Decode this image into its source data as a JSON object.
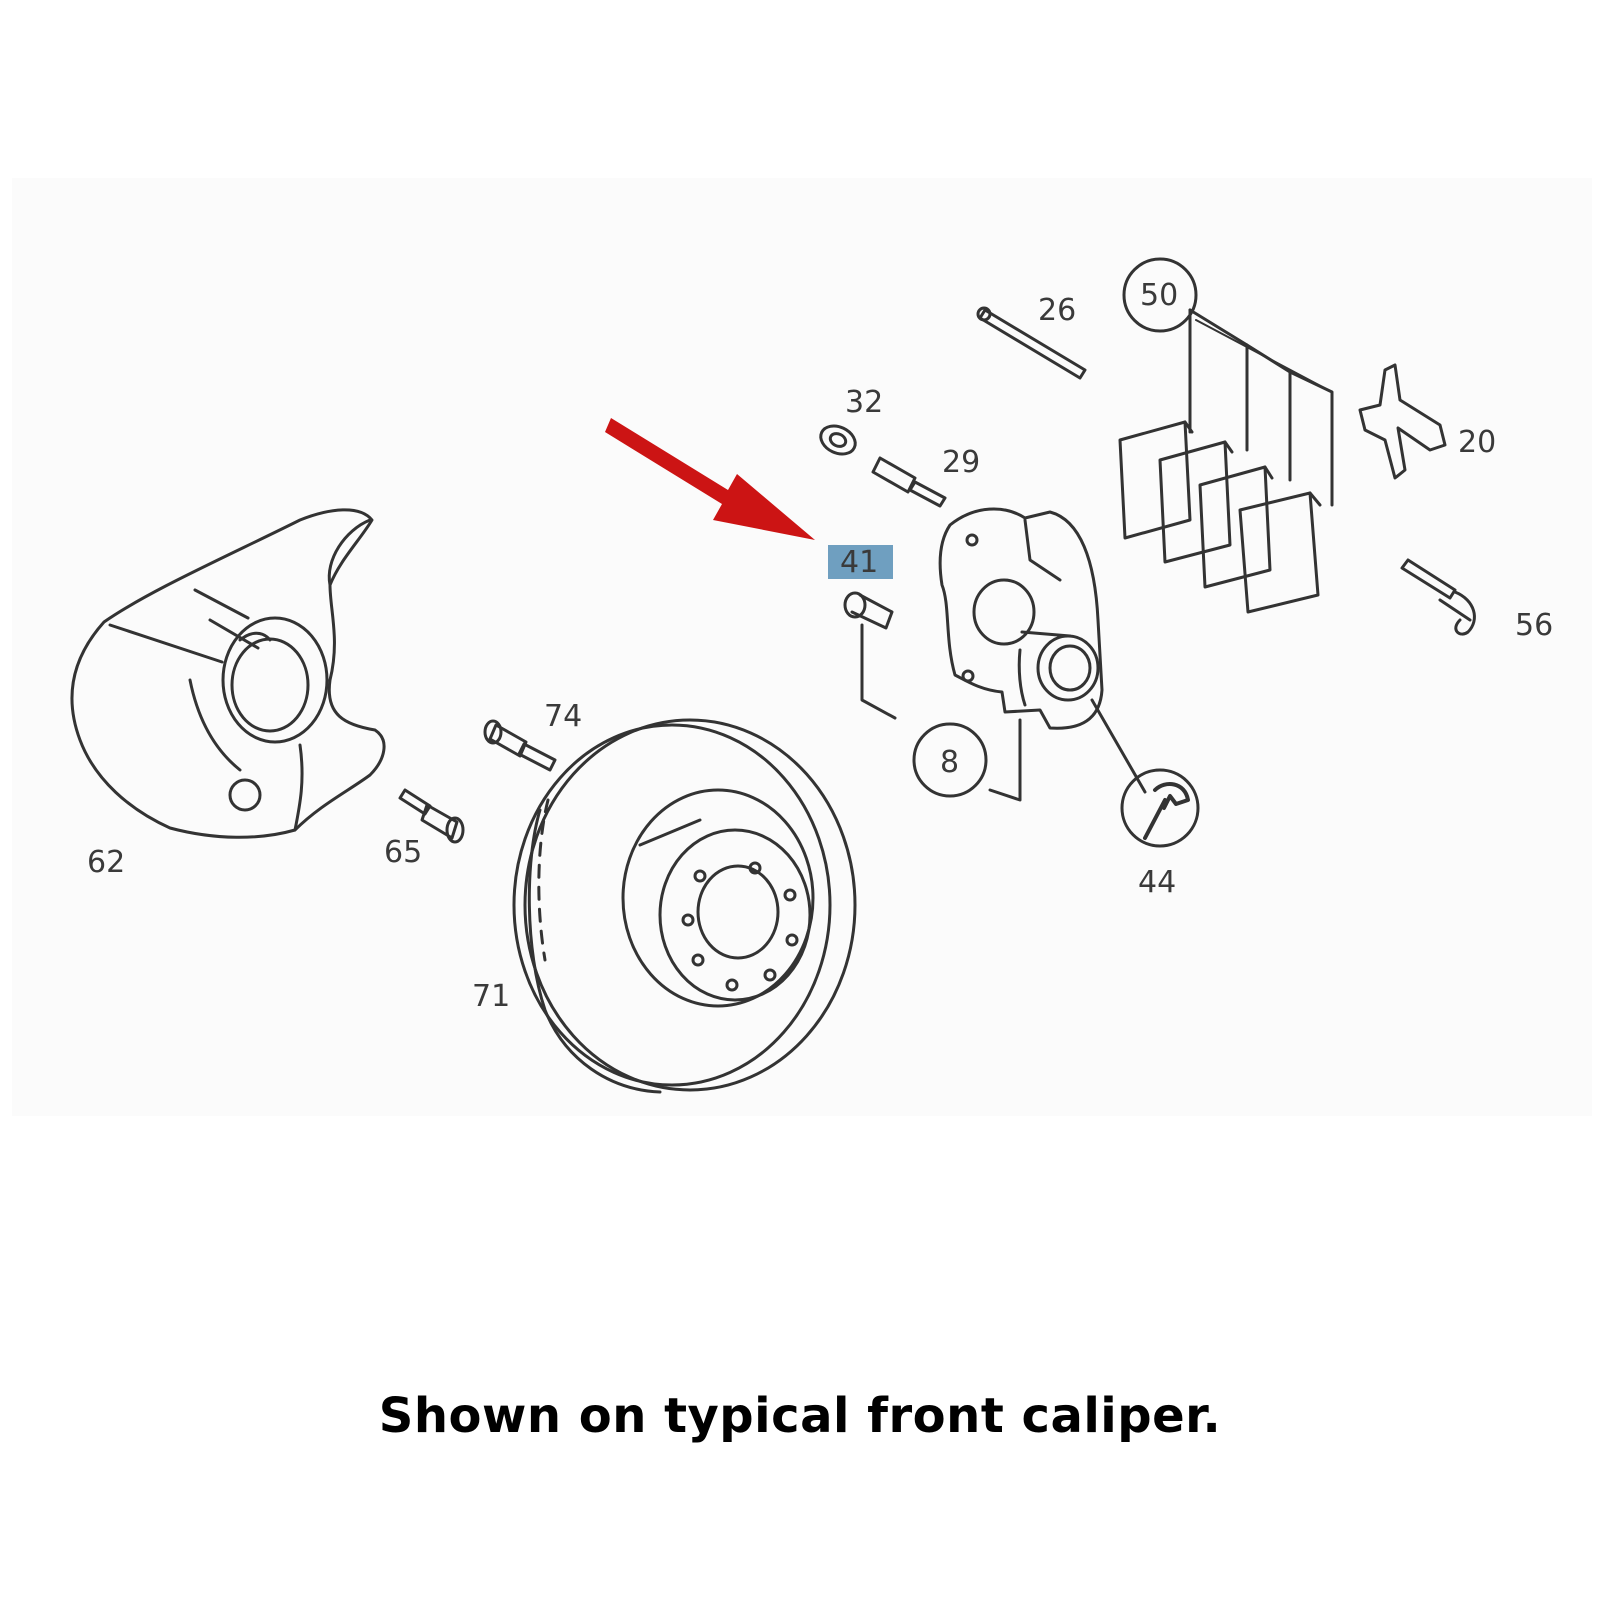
{
  "caption": "Shown on typical front caliper.",
  "highlight_color": "#6f9fc0",
  "arrow_color": "#cc1414",
  "callouts": {
    "c62": "62",
    "c65": "65",
    "c74": "74",
    "c71": "71",
    "c41": "41",
    "c32": "32",
    "c29": "29",
    "c26": "26",
    "c50": "50",
    "c20": "20",
    "c56": "56",
    "c8": "8",
    "c44": "44"
  },
  "icons": {
    "c44_badge": "wrench-icon"
  }
}
